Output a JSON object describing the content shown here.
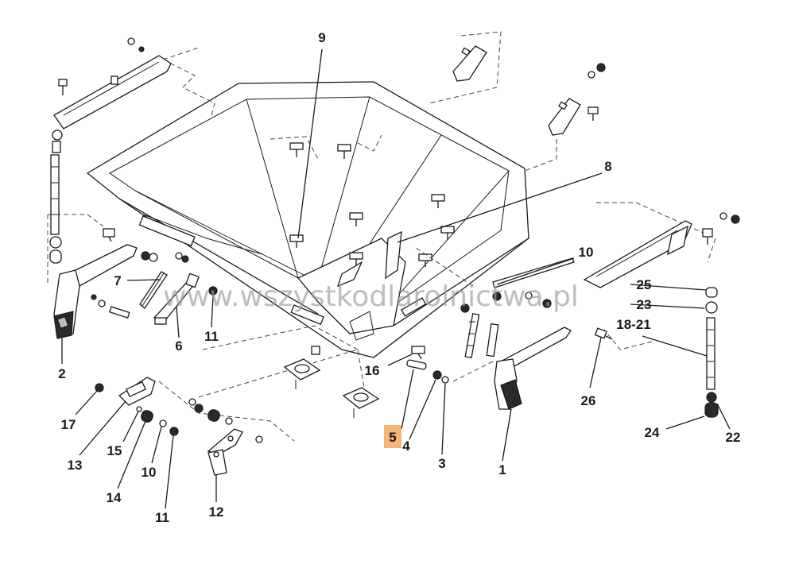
{
  "watermark": "www.wszystkodlarolnictwa.pl",
  "highlight_color": "#f5b47a",
  "highlighted_label": "5",
  "labels": {
    "l1": "1",
    "l2": "2",
    "l3": "3",
    "l4": "4",
    "l5": "5",
    "l6": "6",
    "l7": "7",
    "l8": "8",
    "l9": "9",
    "l10a": "10",
    "l10b": "10",
    "l11a": "11",
    "l11b": "11",
    "l12": "12",
    "l13": "13",
    "l14": "14",
    "l15": "15",
    "l16": "16",
    "l17": "17",
    "l18_21": "18-21",
    "l22": "22",
    "l23": "23",
    "l24": "24",
    "l25": "25",
    "l26": "26"
  }
}
